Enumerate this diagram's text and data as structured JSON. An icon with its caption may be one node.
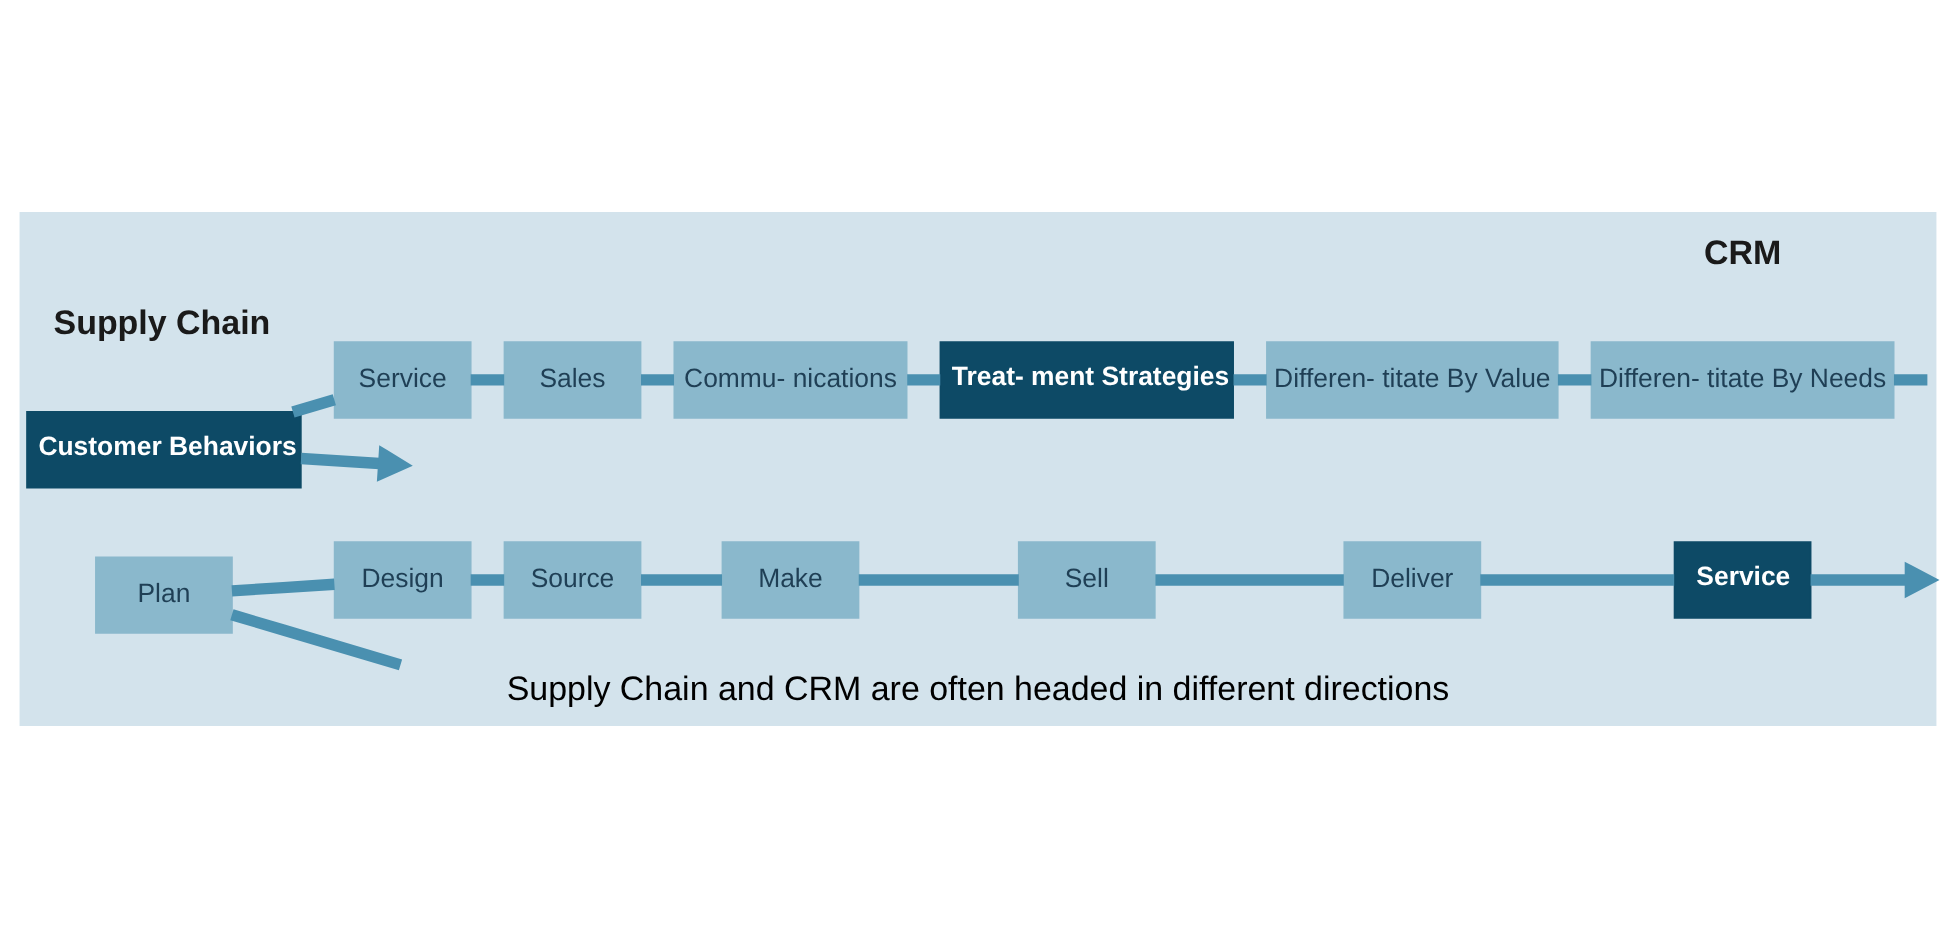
{
  "diagram": {
    "caption": "Supply Chain and CRM are often headed in different directions",
    "nodes": [
      {
        "text": [
          "Plan"
        ]
      },
      {
        "text": [
          "Design"
        ]
      },
      {
        "text": [
          "Source"
        ]
      },
      {
        "text": [
          "Make"
        ]
      },
      {
        "text": [
          "Sell"
        ]
      },
      {
        "text": [
          "Deliver"
        ]
      },
      {
        "text": [
          "Service"
        ]
      },
      {
        "text": [
          "Customer Behaviors"
        ]
      },
      {
        "text": [
          "Service"
        ]
      },
      {
        "text": [
          "Sales"
        ]
      },
      {
        "text": [
          "Commu- nications"
        ]
      },
      {
        "text": [
          "Treat- ment Strategies"
        ]
      },
      {
        "text": [
          "Differen- titate By Value"
        ]
      },
      {
        "text": [
          "Differen- titate By Needs"
        ]
      }
    ],
    "edges": [
      {
        "from": null,
        "to": 0,
        "arrow": "none"
      },
      {
        "from": 0,
        "to": 1,
        "arrow": "none"
      },
      {
        "from": 1,
        "to": 2,
        "arrow": "none"
      },
      {
        "from": 2,
        "to": 3,
        "arrow": "none"
      },
      {
        "from": 3,
        "to": 4,
        "arrow": "none"
      },
      {
        "from": 4,
        "to": 5,
        "arrow": "none"
      },
      {
        "from": 5,
        "to": 6,
        "arrow": "none"
      },
      {
        "from": 6,
        "to": null,
        "arrow": "to"
      },
      {
        "from": null,
        "to": 13,
        "arrow": "none"
      },
      {
        "from": 7,
        "to": 8,
        "arrow": "none"
      },
      {
        "from": 8,
        "to": 9,
        "arrow": "none"
      },
      {
        "from": 9,
        "to": 10,
        "arrow": "none"
      },
      {
        "from": 10,
        "to": 11,
        "arrow": "none"
      },
      {
        "from": 11,
        "to": 12,
        "arrow": "none"
      },
      {
        "from": 12,
        "to": 13,
        "arrow": "none"
      },
      {
        "from": 7,
        "to": null,
        "arrow": "to"
      }
    ],
    "labels": [
      "Supply Chain",
      "CRM"
    ]
  }
}
